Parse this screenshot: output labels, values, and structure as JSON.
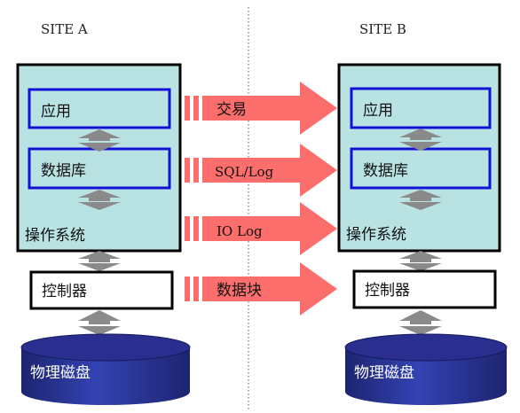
{
  "sites": {
    "a": {
      "title": "SITE A"
    },
    "b": {
      "title": "SITE B"
    }
  },
  "layers": {
    "app": "应用",
    "db": "数据库",
    "os": "操作系统",
    "controller": "控制器",
    "disk": "物理磁盘"
  },
  "transfers": {
    "transaction": "交易",
    "sql_log": "SQL/Log",
    "io_log": "IO Log",
    "data_block": "数据块"
  },
  "colors": {
    "os_fill": "#b9e2e3",
    "inner_border": "#1212d6",
    "arrow": "#fb6e6c",
    "gray_arrow": "#888888",
    "disk_top": "#2a2f8f",
    "disk_body": "#2e3aa0"
  }
}
